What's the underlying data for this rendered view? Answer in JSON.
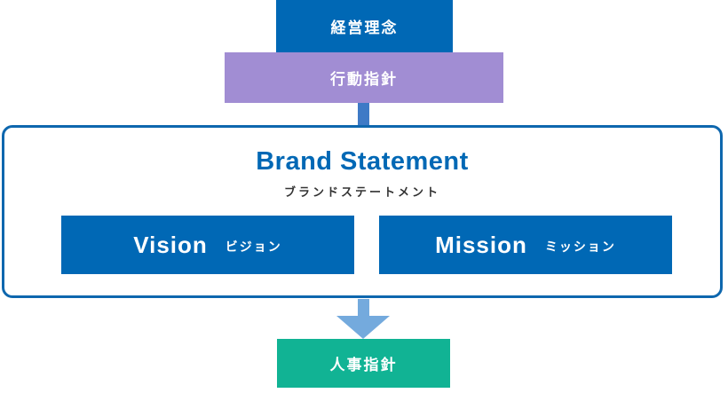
{
  "diagram": {
    "top_box": {
      "label": "経営理念"
    },
    "second_box": {
      "label": "行動指針"
    },
    "brand_panel": {
      "title": "Brand Statement",
      "subtitle": "ブランドステートメント",
      "items": [
        {
          "en": "Vision",
          "ja": "ビジョン"
        },
        {
          "en": "Mission",
          "ja": "ミッション"
        }
      ]
    },
    "bottom_box": {
      "label": "人事指針"
    },
    "colors": {
      "primary_blue": "#0068b5",
      "purple": "#a18dd3",
      "connector_blue": "#3e7ac6",
      "arrow_light_blue": "#74aadd",
      "panel_border_blue": "#0e67ae",
      "green": "#11b394",
      "subtitle_text": "#333333",
      "background": "#ffffff"
    }
  }
}
